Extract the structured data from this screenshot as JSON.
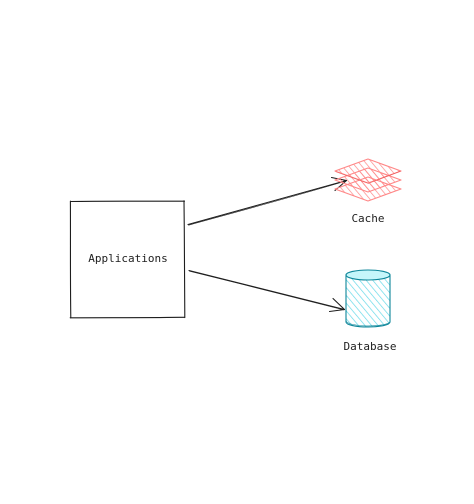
{
  "nodes": {
    "applications": {
      "label": "Applications"
    },
    "cache": {
      "label": "Cache",
      "color": "#e03131"
    },
    "database": {
      "label": "Database",
      "color": "#0c8599",
      "fill": "#99e9f2"
    }
  },
  "edges": [
    {
      "from": "Applications",
      "to": "Cache"
    },
    {
      "from": "Applications",
      "to": "Database"
    }
  ],
  "colors": {
    "stroke": "#1e1e1e",
    "background": "#ffffff"
  }
}
